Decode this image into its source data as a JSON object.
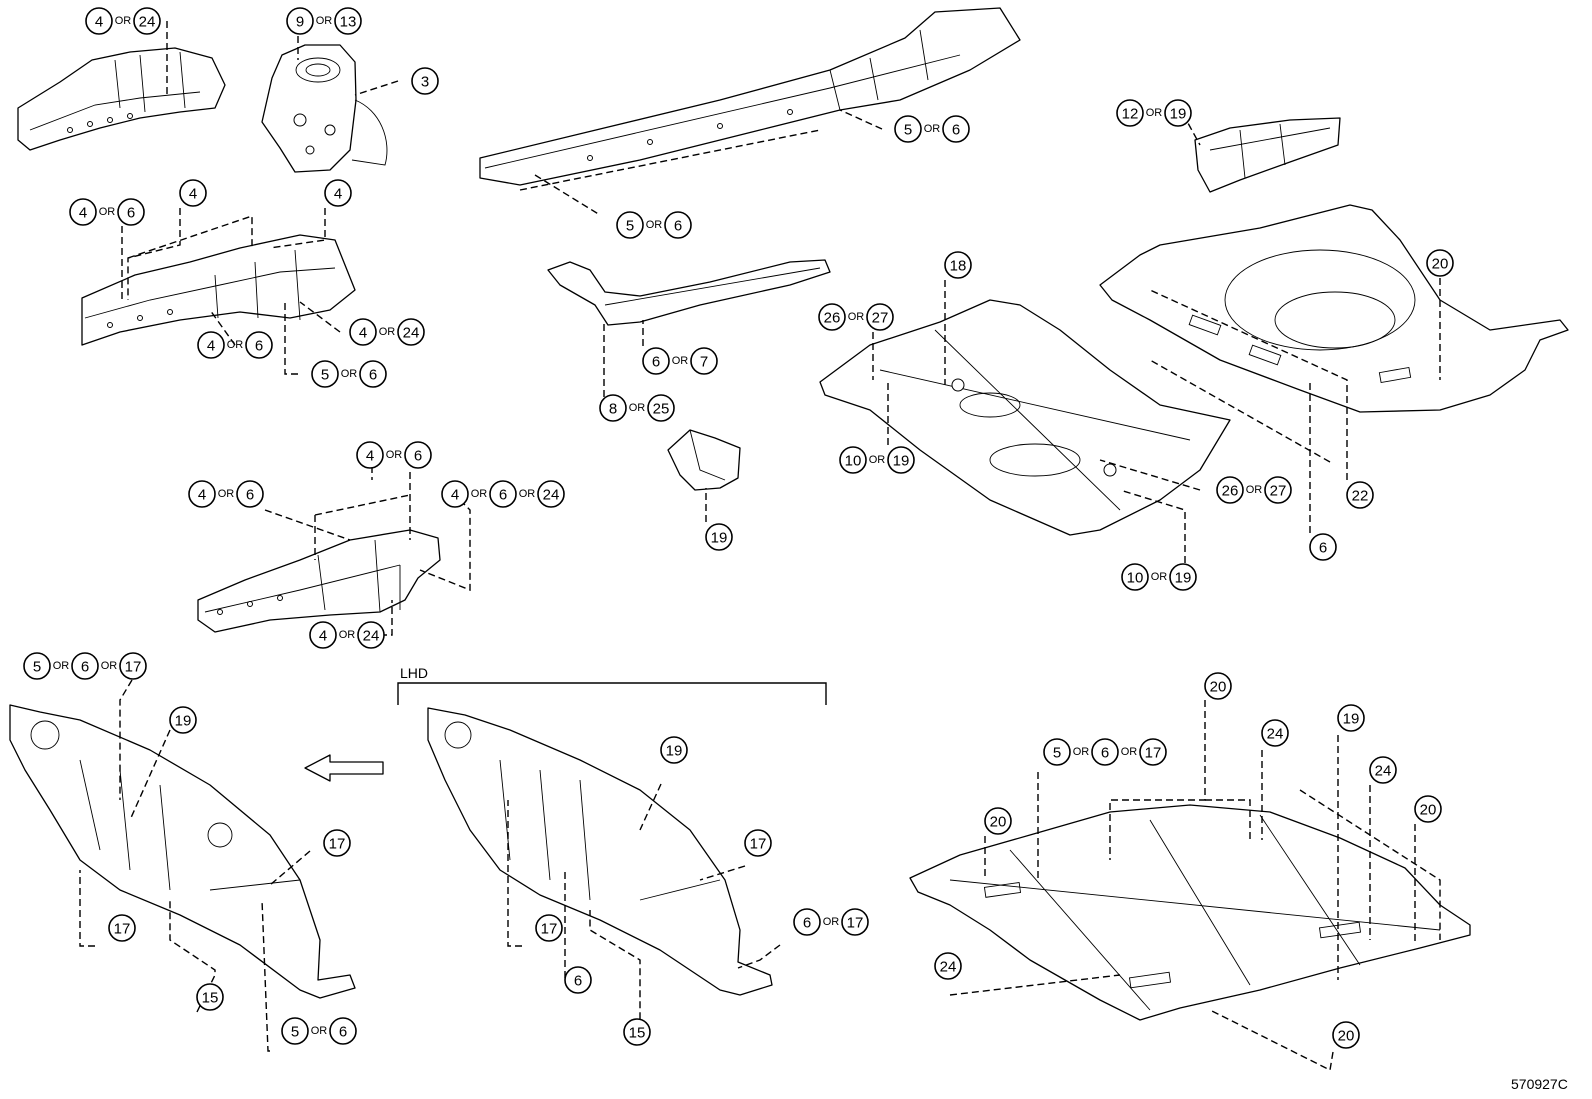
{
  "figure_code": "570927C",
  "lhd_label": "LHD",
  "callouts": {
    "c01": [
      "4",
      "OR",
      "24"
    ],
    "c02": [
      "9",
      "OR",
      "13"
    ],
    "c03": [
      "3"
    ],
    "c04": [
      "4",
      "OR",
      "6"
    ],
    "c05": [
      "4"
    ],
    "c06": [
      "4"
    ],
    "c07": [
      "4",
      "OR",
      "24"
    ],
    "c08": [
      "4",
      "OR",
      "6"
    ],
    "c09": [
      "5",
      "OR",
      "6"
    ],
    "c10": [
      "5",
      "OR",
      "6"
    ],
    "c11": [
      "5",
      "OR",
      "6"
    ],
    "c12": [
      "12",
      "OR",
      "19"
    ],
    "c13": [
      "6",
      "OR",
      "7"
    ],
    "c14": [
      "8",
      "OR",
      "25"
    ],
    "c15": [
      "18"
    ],
    "c16": [
      "26",
      "OR",
      "27"
    ],
    "c17": [
      "20"
    ],
    "c18": [
      "10",
      "OR",
      "19"
    ],
    "c19": [
      "26",
      "OR",
      "27"
    ],
    "c20": [
      "22"
    ],
    "c21": [
      "6"
    ],
    "c22": [
      "10",
      "OR",
      "19"
    ],
    "c23": [
      "19"
    ],
    "c24": [
      "4",
      "OR",
      "6"
    ],
    "c25": [
      "4",
      "OR",
      "6"
    ],
    "c26": [
      "4",
      "OR",
      "6",
      "OR",
      "24"
    ],
    "c27": [
      "4",
      "OR",
      "24"
    ],
    "c28": [
      "5",
      "OR",
      "6",
      "OR",
      "17"
    ],
    "c29": [
      "19"
    ],
    "c30": [
      "17"
    ],
    "c31": [
      "17"
    ],
    "c32": [
      "15"
    ],
    "c33": [
      "5",
      "OR",
      "6"
    ],
    "c34": [
      "19"
    ],
    "c35": [
      "17"
    ],
    "c36": [
      "17"
    ],
    "c37": [
      "6"
    ],
    "c38": [
      "6",
      "OR",
      "17"
    ],
    "c39": [
      "15"
    ],
    "c40": [
      "20"
    ],
    "c41": [
      "5",
      "OR",
      "6",
      "OR",
      "17"
    ],
    "c42": [
      "24"
    ],
    "c43": [
      "19"
    ],
    "c44": [
      "24"
    ],
    "c45": [
      "20"
    ],
    "c46": [
      "20"
    ],
    "c47": [
      "24"
    ],
    "c48": [
      "20"
    ]
  }
}
